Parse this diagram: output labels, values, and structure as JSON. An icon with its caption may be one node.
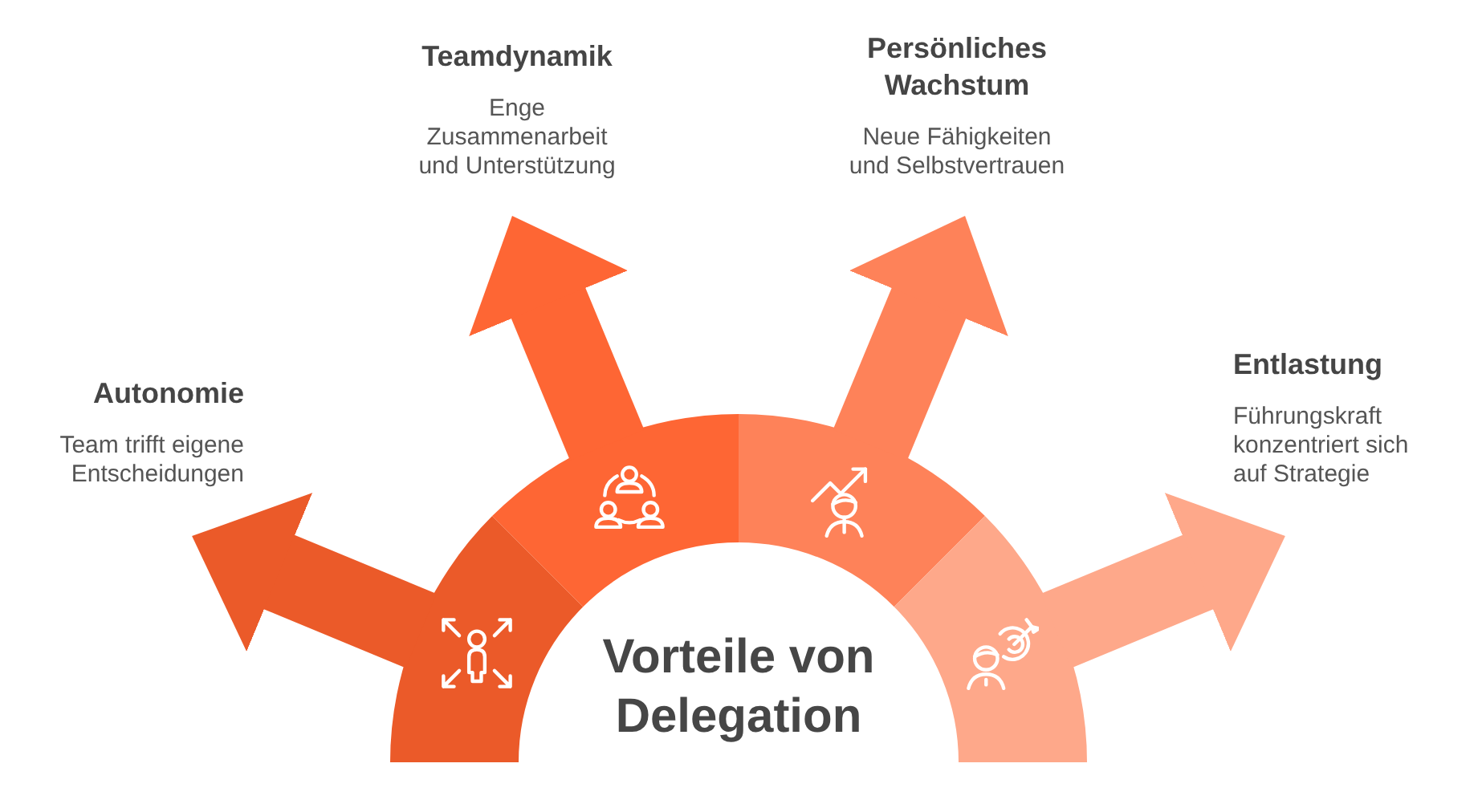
{
  "diagram": {
    "nodes": [
      {
        "text": [
          "Vorteile von Delegation"
        ]
      },
      {
        "text": [
          "Autonomie",
          "Team trifft eigene Entscheidungen"
        ]
      },
      {
        "text": [
          "Teamdynamik",
          "Enge Zusammenarbeit und Unterstützung"
        ]
      },
      {
        "text": [
          "Persönliches Wachstum",
          "Neue Fähigkeiten und Selbstvertrauen"
        ]
      },
      {
        "text": [
          "Entlastung",
          "Führungskraft konzentriert sich auf Strategie"
        ]
      }
    ],
    "edges": [
      {
        "from": 0,
        "to": 1,
        "arrow": "to",
        "color": "#eb5a29"
      },
      {
        "from": 0,
        "to": 2,
        "arrow": "to",
        "color": "#fe6634"
      },
      {
        "from": 0,
        "to": 3,
        "arrow": "to",
        "color": "#fe8259"
      },
      {
        "from": 0,
        "to": 4,
        "arrow": "to",
        "color": "#fea88a"
      }
    ]
  }
}
